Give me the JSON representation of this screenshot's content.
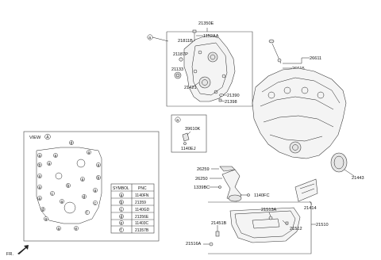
{
  "labels": {
    "cover_group": "21350E",
    "bolt_1152aa": "1152AA",
    "part_21811b": "21811B",
    "part_21187p": "21187P",
    "part_21133": "21133",
    "part_21421": "21421",
    "part_21390": "21390",
    "part_21398": "21398",
    "part_26611": "26611",
    "part_26615": "26615",
    "part_39610k": "39610K",
    "part_1140ej": "1140EJ",
    "part_21443": "21443",
    "part_26259": "26259",
    "part_26250": "26250",
    "part_1339bc": "1339BC",
    "part_1140fc": "1140FC",
    "part_21414": "21414",
    "part_21513a": "21513A",
    "part_21451b": "21451B",
    "part_21512": "21512",
    "part_21510": "21510",
    "part_21516a": "21516A"
  },
  "callouts": {
    "a_cover": "a",
    "a_sensor": "a",
    "view_a": "A"
  },
  "view": {
    "title": "VIEW",
    "ref": "A"
  },
  "symbol_table": {
    "headers": [
      "SYMBOL",
      "PNC"
    ],
    "rows": [
      {
        "symbol": "a",
        "pnc": "1140FN"
      },
      {
        "symbol": "b",
        "pnc": "21359"
      },
      {
        "symbol": "c",
        "pnc": "1140GD"
      },
      {
        "symbol": "d",
        "pnc": "21356E"
      },
      {
        "symbol": "e",
        "pnc": "11403C"
      },
      {
        "symbol": "f",
        "pnc": "21357B"
      }
    ]
  },
  "fr_label": "FR.",
  "colors": {
    "line": "#222222",
    "part_fill": "#f4f4f4",
    "box": "#444444"
  }
}
